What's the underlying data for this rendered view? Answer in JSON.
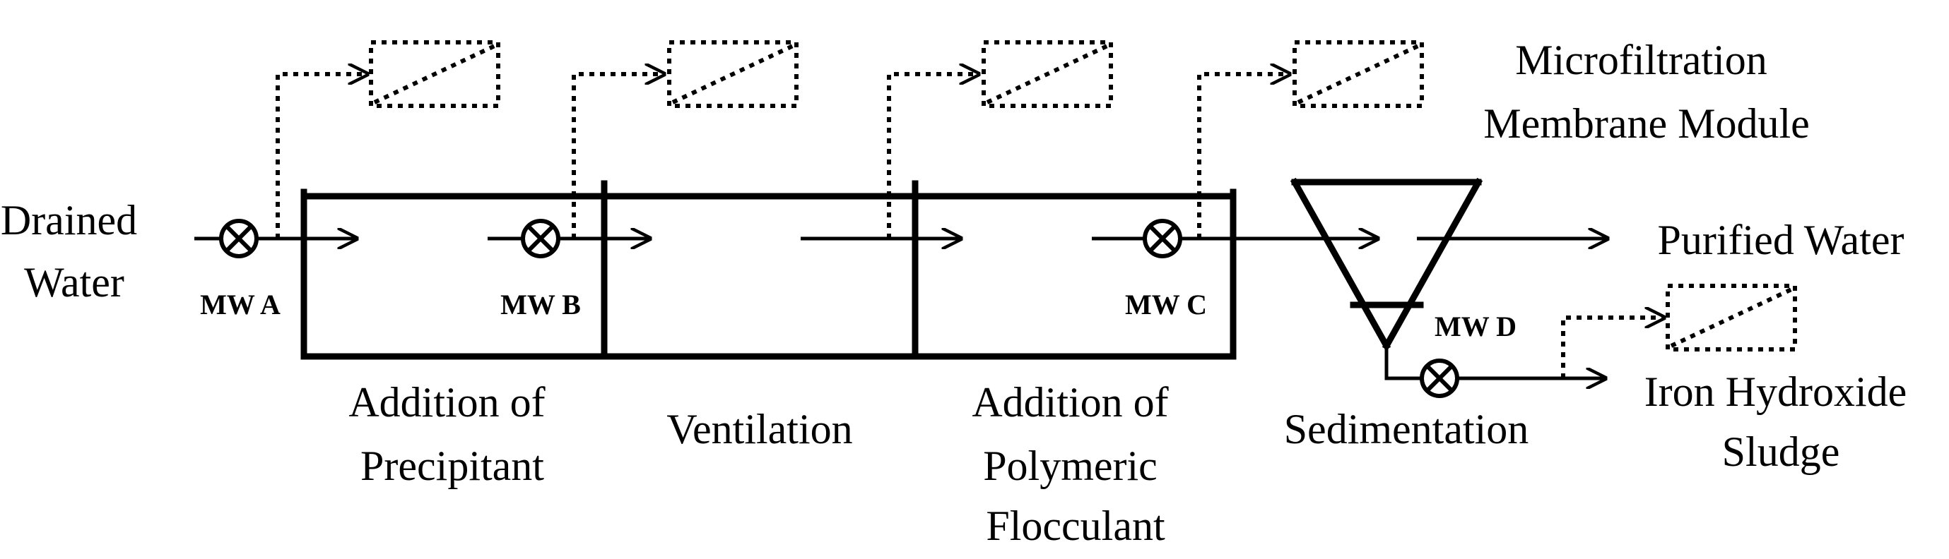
{
  "labels": {
    "drained_water": [
      "Drained",
      "Water"
    ],
    "microfiltration": [
      "Microfiltration",
      "Membrane Module"
    ],
    "purified_water": "Purified Water",
    "sludge": [
      "Iron Hydroxide",
      "Sludge"
    ],
    "addition_precipitant": [
      "Addition of",
      "Precipitant"
    ],
    "ventilation": "Ventilation",
    "addition_flocculant": [
      "Addition of",
      "Polymeric",
      "Flocculant"
    ],
    "sedimentation": "Sedimentation"
  },
  "monitoring_wells": [
    "MW A",
    "MW B",
    "MW C",
    "MW D"
  ]
}
